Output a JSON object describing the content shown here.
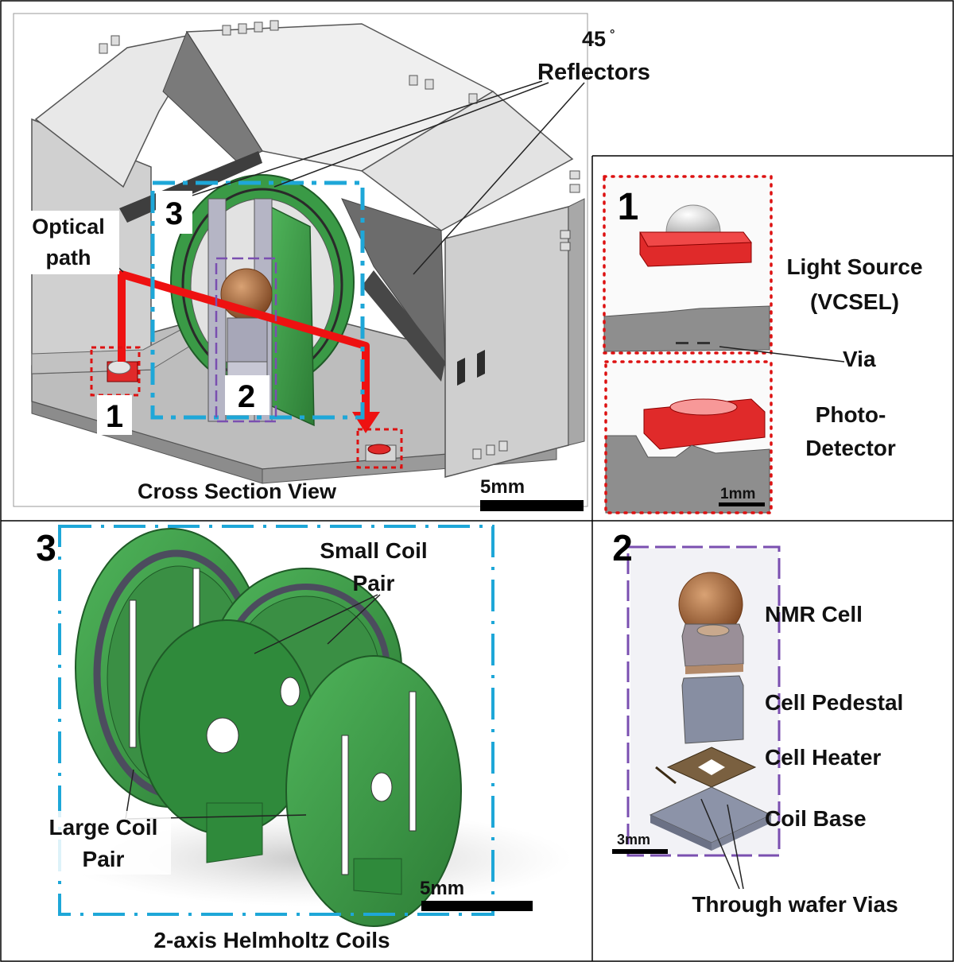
{
  "colors": {
    "laser": "#ee1111",
    "coil_green": "#3aa04a",
    "coil_dark": "#2f7a3a",
    "outline_blue": "#1ea7d8",
    "outline_purple": "#7a4fb0",
    "outline_red": "#dd1111",
    "cell_amber": "#a0622d",
    "source_red": "#e02a2a"
  },
  "panel_main": {
    "reflector_label_line1": "45",
    "reflector_degree": "°",
    "reflector_label_line2": "Reflectors",
    "optical_path_line1": "Optical",
    "optical_path_line2": "path",
    "callout_1": "1",
    "callout_2": "2",
    "callout_3": "3",
    "title": "Cross Section View",
    "scale": "5mm"
  },
  "panel_1": {
    "number": "1",
    "light_source_line1": "Light Source",
    "light_source_line2": "(VCSEL)",
    "via": "Via",
    "photo_line1": "Photo-",
    "photo_line2": "Detector",
    "scale": "1mm"
  },
  "panel_3": {
    "number": "3",
    "small_coil_line1": "Small Coil",
    "small_coil_line2": "Pair",
    "large_coil_line1": "Large Coil",
    "large_coil_line2": "Pair",
    "scale": "5mm",
    "title": "2-axis Helmholtz Coils"
  },
  "panel_2": {
    "number": "2",
    "nmr_cell": "NMR Cell",
    "cell_pedestal": "Cell Pedestal",
    "cell_heater": "Cell Heater",
    "coil_base": "Coil Base",
    "scale": "3mm",
    "through_vias": "Through wafer Vias"
  }
}
